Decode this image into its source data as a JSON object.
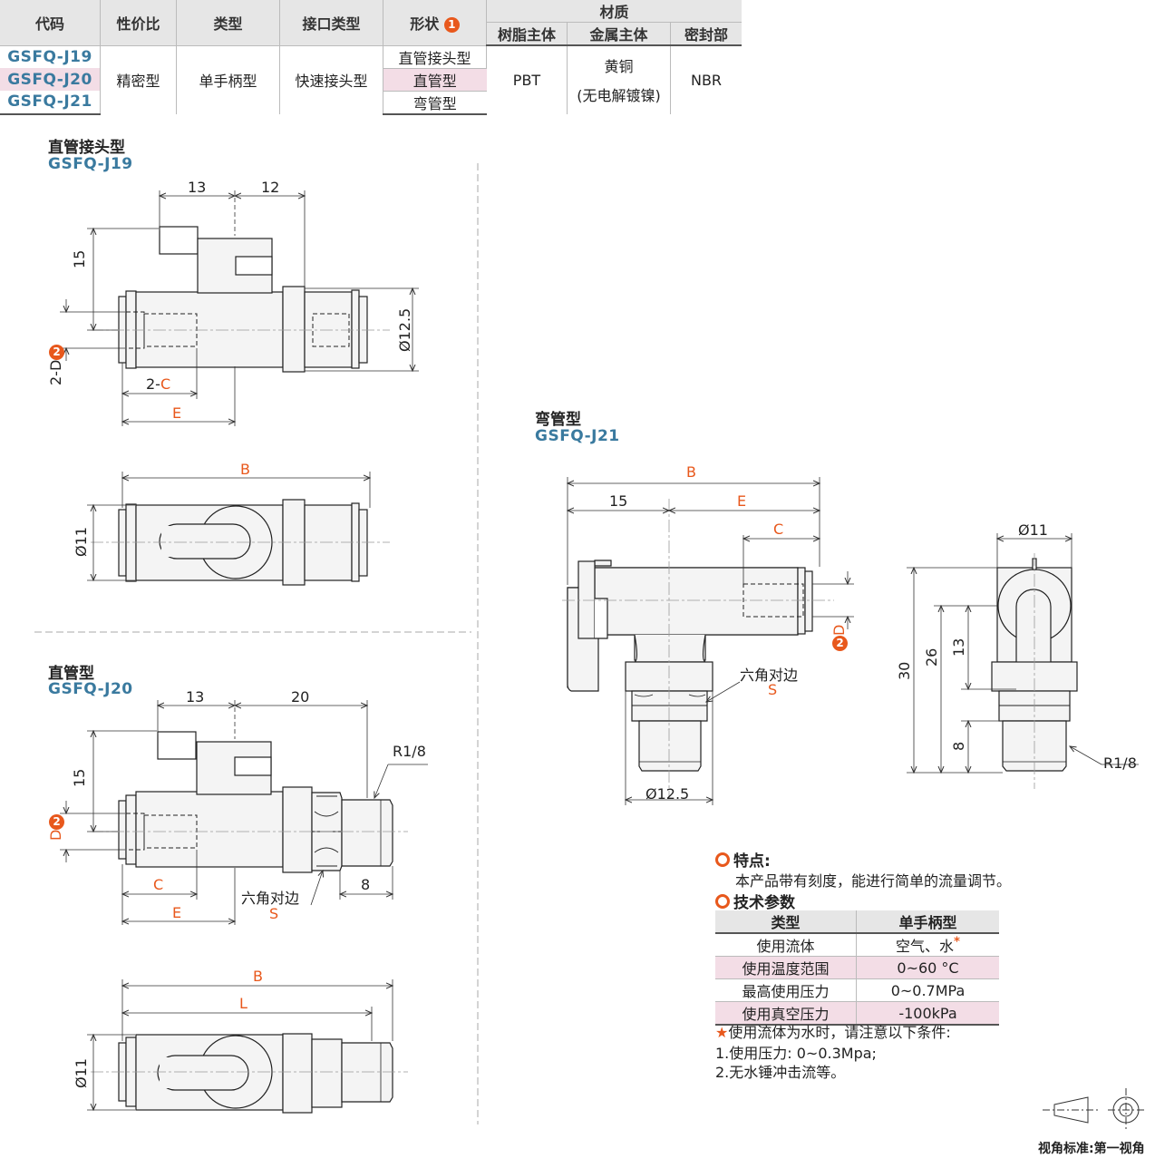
{
  "spec_table": {
    "headers": {
      "code": "代码",
      "value": "性价比",
      "type": "类型",
      "port": "接口类型",
      "shape": "形状",
      "shape_note": "1",
      "material": "材质",
      "resin": "树脂主体",
      "metal": "金属主体",
      "seal": "密封部"
    },
    "codes": [
      "GSFQ-J19",
      "GSFQ-J20",
      "GSFQ-J21"
    ],
    "value": "精密型",
    "type": "单手柄型",
    "port": "快速接头型",
    "shapes": [
      "直管接头型",
      "直管型",
      "弯管型"
    ],
    "resin": "PBT",
    "metal_line1": "黄铜",
    "metal_line2": "(无电解镀镍)",
    "seal": "NBR"
  },
  "views": {
    "j19": {
      "title": "直管接头型",
      "code": "GSFQ-J19",
      "dims": {
        "a": "13",
        "b": "12",
        "h": "15",
        "dia": "Ø12.5",
        "d": "2-D",
        "c_prefix": "2-",
        "c": "C",
        "e": "E",
        "bb": "B",
        "dia2": "Ø11"
      }
    },
    "j20": {
      "title": "直管型",
      "code": "GSFQ-J20",
      "dims": {
        "a": "13",
        "b": "20",
        "h": "15",
        "thread": "R1/8",
        "d": "D",
        "c": "C",
        "e": "E",
        "hex": "六角对边",
        "s": "S",
        "eight": "8",
        "bb": "B",
        "l": "L",
        "dia": "Ø11"
      }
    },
    "j21": {
      "title": "弯管型",
      "code": "GSFQ-J21",
      "dims": {
        "bb": "B",
        "a": "15",
        "e": "E",
        "c": "C",
        "d": "D",
        "hex": "六角对边",
        "s": "S",
        "dia": "Ø12.5",
        "dia2": "Ø11",
        "h30": "30",
        "h26": "26",
        "h13": "13",
        "h8": "8",
        "thread": "R1/8"
      }
    }
  },
  "features": {
    "heading": "特点:",
    "text": "本产品带有刻度，能进行简单的流量调节。",
    "tech_heading": "技术参数"
  },
  "tech_table": {
    "headers": [
      "类型",
      "单手柄型"
    ],
    "rows": [
      {
        "label": "使用流体",
        "value": "空气、水",
        "star": "*"
      },
      {
        "label": "使用温度范围",
        "value": "0~60 °C"
      },
      {
        "label": "最高使用压力",
        "value": "0~0.7MPa"
      },
      {
        "label": "使用真空压力",
        "value": "-100kPa"
      }
    ]
  },
  "notes": {
    "star_note": "使用流体为水时，请注意以下条件:",
    "line1": "1.使用压力: 0~0.3Mpa;",
    "line2": "2.无水锤冲击流等。"
  },
  "projection": "视角标准:第一视角",
  "colors": {
    "accent": "#e8581c",
    "code": "#3a7a9f",
    "pink": "#f3dde6",
    "header": "#e6e6e6"
  }
}
